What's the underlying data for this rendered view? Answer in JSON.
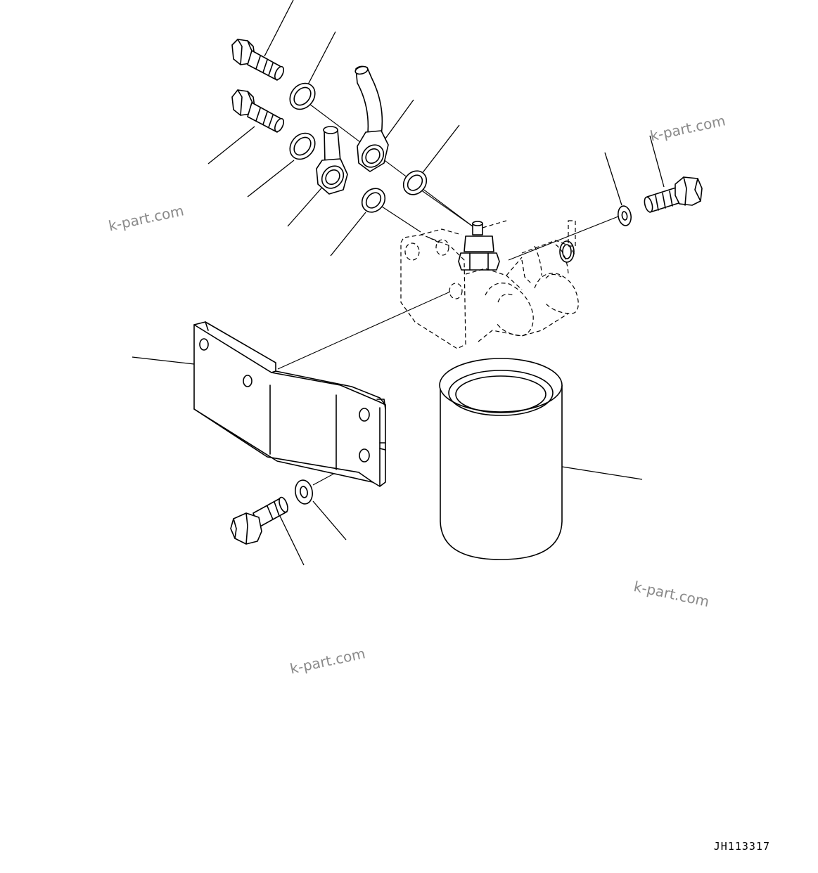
{
  "watermarks": [
    "k-part.com",
    "k-part.com",
    "k-part.com",
    "k-part.com"
  ],
  "drawing_code": "JH113317"
}
